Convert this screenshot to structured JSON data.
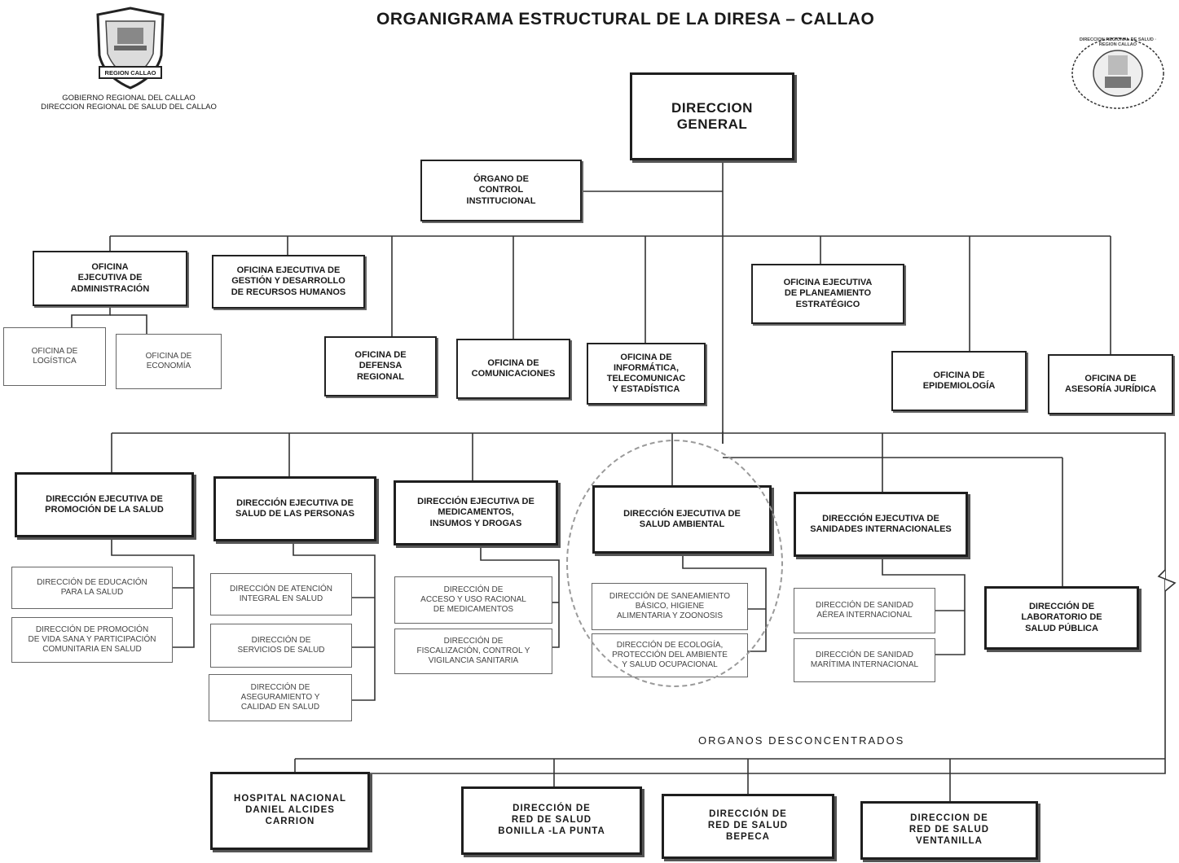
{
  "title": "ORGANIGRAMA ESTRUCTURAL DE LA DIRESA – CALLAO",
  "header": {
    "gov_line1": "GOBIERNO REGIONAL DEL CALLAO",
    "gov_line2": "DIRECCION REGIONAL DE SALUD DEL CALLAO",
    "left_logo_text": "REGION CALLAO",
    "right_seal_text": "DIRECCION REGIONAL DE SALUD · REGION CALLAO"
  },
  "top": {
    "direccion_general": "DIRECCION\nGENERAL",
    "organo_control": "ÓRGANO DE\nCONTROL\nINSTITUCIONAL"
  },
  "oficinas": {
    "administracion": "OFICINA\nEJECUTIVA DE\nADMINISTRACIÓN",
    "logistica": "OFICINA DE\nLOGÍSTICA",
    "economia": "OFICINA DE\nECONOMÍA",
    "rrhh": "OFICINA EJECUTIVA DE\nGESTIÓN Y DESARROLLO\nDE RECURSOS HUMANOS",
    "defensa": "OFICINA DE\nDEFENSA\nREGIONAL",
    "comunicaciones": "OFICINA DE\nCOMUNICACIONES",
    "informatica": "OFICINA DE\nINFORMÁTICA,\nTELECOMUNICAC\nY ESTADÍSTICA",
    "planeamiento": "OFICINA EJECUTIVA\nDE PLANEAMIENTO\nESTRATÉGICO",
    "epidemiologia": "OFICINA DE\nEPIDEMIOLOGÍA",
    "asesoria": "OFICINA DE\nASESORÍA JURÍDICA"
  },
  "direcciones": {
    "promocion": "DIRECCIÓN EJECUTIVA DE\nPROMOCIÓN DE LA SALUD",
    "personas": "DIRECCIÓN EJECUTIVA DE\nSALUD DE LAS PERSONAS",
    "medicamentos": "DIRECCIÓN EJECUTIVA DE\nMEDICAMENTOS,\nINSUMOS Y DROGAS",
    "ambiental": "DIRECCIÓN EJECUTIVA DE\nSALUD AMBIENTAL",
    "sanidades": "DIRECCIÓN EJECUTIVA DE\nSANIDADES INTERNACIONALES",
    "laboratorio": "DIRECCIÓN DE\nLABORATORIO DE\nSALUD PÚBLICA"
  },
  "subdirecciones": {
    "educacion": "DIRECCIÓN DE EDUCACIÓN\nPARA LA SALUD",
    "promocion_vida": "DIRECCIÓN DE PROMOCIÓN\nDE VIDA SANA Y PARTICIPACIÓN\nCOMUNITARIA EN SALUD",
    "atencion_integral": "DIRECCIÓN DE ATENCIÓN\nINTEGRAL EN SALUD",
    "servicios": "DIRECCIÓN DE\nSERVICIOS DE SALUD",
    "aseguramiento": "DIRECCIÓN DE\nASEGURAMIENTO Y\nCALIDAD EN SALUD",
    "acceso": "DIRECCIÓN DE\nACCESO Y USO RACIONAL\nDE MEDICAMENTOS",
    "fiscalizacion": "DIRECCIÓN DE\nFISCALIZACIÓN, CONTROL Y\nVIGILANCIA SANITARIA",
    "saneamiento": "DIRECCIÓN DE SANEAMIENTO\nBÁSICO, HIGIENE\nALIMENTARIA Y ZOONOSIS",
    "ecologia": "DIRECCIÓN DE ECOLOGÍA,\nPROTECCIÓN DEL AMBIENTE\nY SALUD OCUPACIONAL",
    "aerea": "DIRECCIÓN DE SANIDAD\nAÉREA INTERNACIONAL",
    "maritima": "DIRECCIÓN DE SANIDAD\nMARÍTIMA INTERNACIONAL"
  },
  "organos_desconcentrados": {
    "label": "ORGANOS DESCONCENTRADOS",
    "hospital": "HOSPITAL NACIONAL\nDANIEL ALCIDES\nCARRION",
    "bonilla": "DIRECCIÓN DE\nRED DE SALUD\nBONILLA -LA PUNTA",
    "bepeca": "DIRECCIÓN DE\nRED DE SALUD\nBEPECA",
    "ventanilla": "DIRECCION DE\nRED DE SALUD\nVENTANILLA"
  }
}
